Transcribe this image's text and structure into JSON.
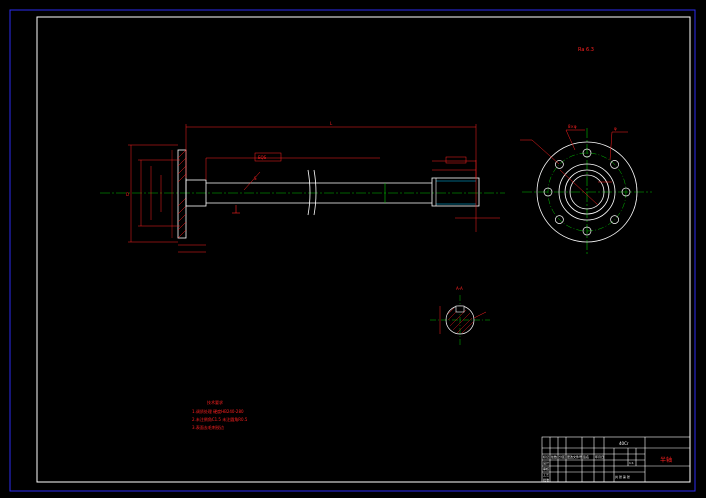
{
  "drawing": {
    "roughness_note": "Ra 6.3",
    "main_view": {
      "overall_length_label": "L",
      "flange_dia_label": "D",
      "shaft_dia_label": "d",
      "spline_callout": "EQS",
      "callout_1": "S"
    },
    "section_view": {
      "label": "A-A"
    },
    "flange_view": {
      "bolt_label": "8×φ",
      "pcd_label": "φ"
    },
    "notes": {
      "title": "技术要求",
      "lines": [
        "1.调质处理 硬度HB240-280",
        "2.未注倒角C1.5 未注圆角R0.5",
        "3.表面去毛刺锐边"
      ]
    },
    "title_block": {
      "part_name": "半轴",
      "material": "40Cr",
      "scale": "1:1",
      "headers": [
        "标记",
        "处数",
        "分区",
        "更改文件号",
        "签名",
        "年月日"
      ],
      "rows": [
        "设计",
        "审核",
        "工艺",
        "批准"
      ],
      "sheet_info": "共 张 第 张"
    }
  },
  "colors": {
    "border": "#2d2df0",
    "frame": "#ffffff",
    "outline": "#ffffff",
    "dimension": "#ff2020",
    "center": "#00c000",
    "hatch": "#ff2020",
    "cyan": "#00c8ff"
  }
}
